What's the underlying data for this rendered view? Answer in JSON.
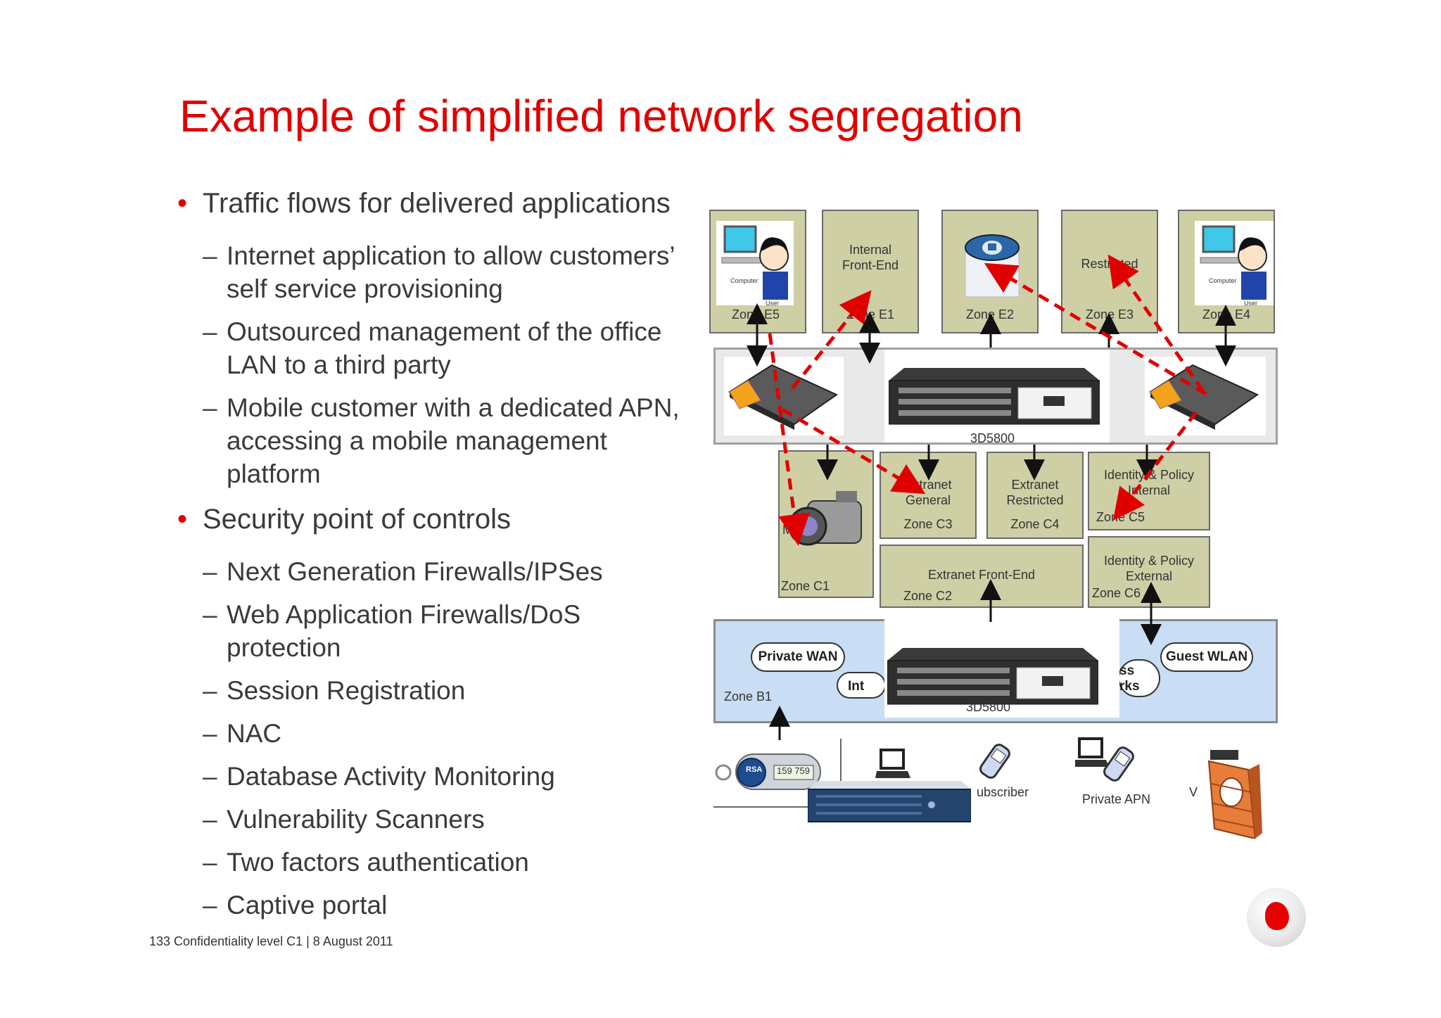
{
  "slide": {
    "title": "Example of simplified network segregation",
    "bullets": [
      {
        "text": "Traffic flows for delivered applications",
        "subitems": [
          "Internet application to allow customers’ self service provisioning",
          "Outsourced management of the office LAN to a third party",
          "Mobile customer with a dedicated APN, accessing a mobile management platform"
        ]
      },
      {
        "text": "Security point of controls",
        "subitems": [
          "Next Generation Firewalls/IPSes",
          "Web Application Firewalls/DoS protection",
          "Session Registration",
          "NAC",
          "Database Activity Monitoring",
          "Vulnerability Scanners",
          "Two factors authentication",
          "Captive portal"
        ]
      }
    ],
    "footer": "133 Confidentiality level  C1 |   8 August 2011"
  },
  "diagram": {
    "top_zones": {
      "e5": "Zone E5",
      "e1_name": "Internal\nFront-End",
      "e1": "Zone E1",
      "e2": "Zone E2",
      "e3_name": "Restricted",
      "e3": "Zone E3",
      "e4": "Zone E4"
    },
    "icon_labels": {
      "computer": "Computer",
      "user": "User"
    },
    "device_label_top": "3D5800",
    "device_label_bottom": "3D5800",
    "mid_zones": {
      "c1": "Zone C1",
      "c1_partial": "M",
      "c3_name": "Extranet\nGeneral",
      "c3": "Zone C3",
      "c4_name": "Extranet\nRestricted",
      "c4": "Zone C4",
      "c5_name": "Identity & Policy\nInternal",
      "c5": "Zone C5",
      "c2_name": "Extranet Front-End",
      "c2": "Zone C2",
      "c6_name": "Identity & Policy\nExternal",
      "c6": "Zone C6"
    },
    "clouds": {
      "private_wan": "Private WAN",
      "guest_wlan": "Guest WLAN",
      "internet_partial": "Int",
      "access_partial": "ss\nrks"
    },
    "zone_b1": "Zone B1",
    "bottom_labels": {
      "subscriber": "ubscriber",
      "private_apn": "Private APN",
      "v_partial": "V"
    },
    "token_code": "159 759",
    "token_brand": "RSA",
    "colors": {
      "title": "#e00000",
      "zone_fill": "#cfcfa6",
      "band_blue": "#c9ddf4",
      "arrow": "#e00000"
    }
  }
}
